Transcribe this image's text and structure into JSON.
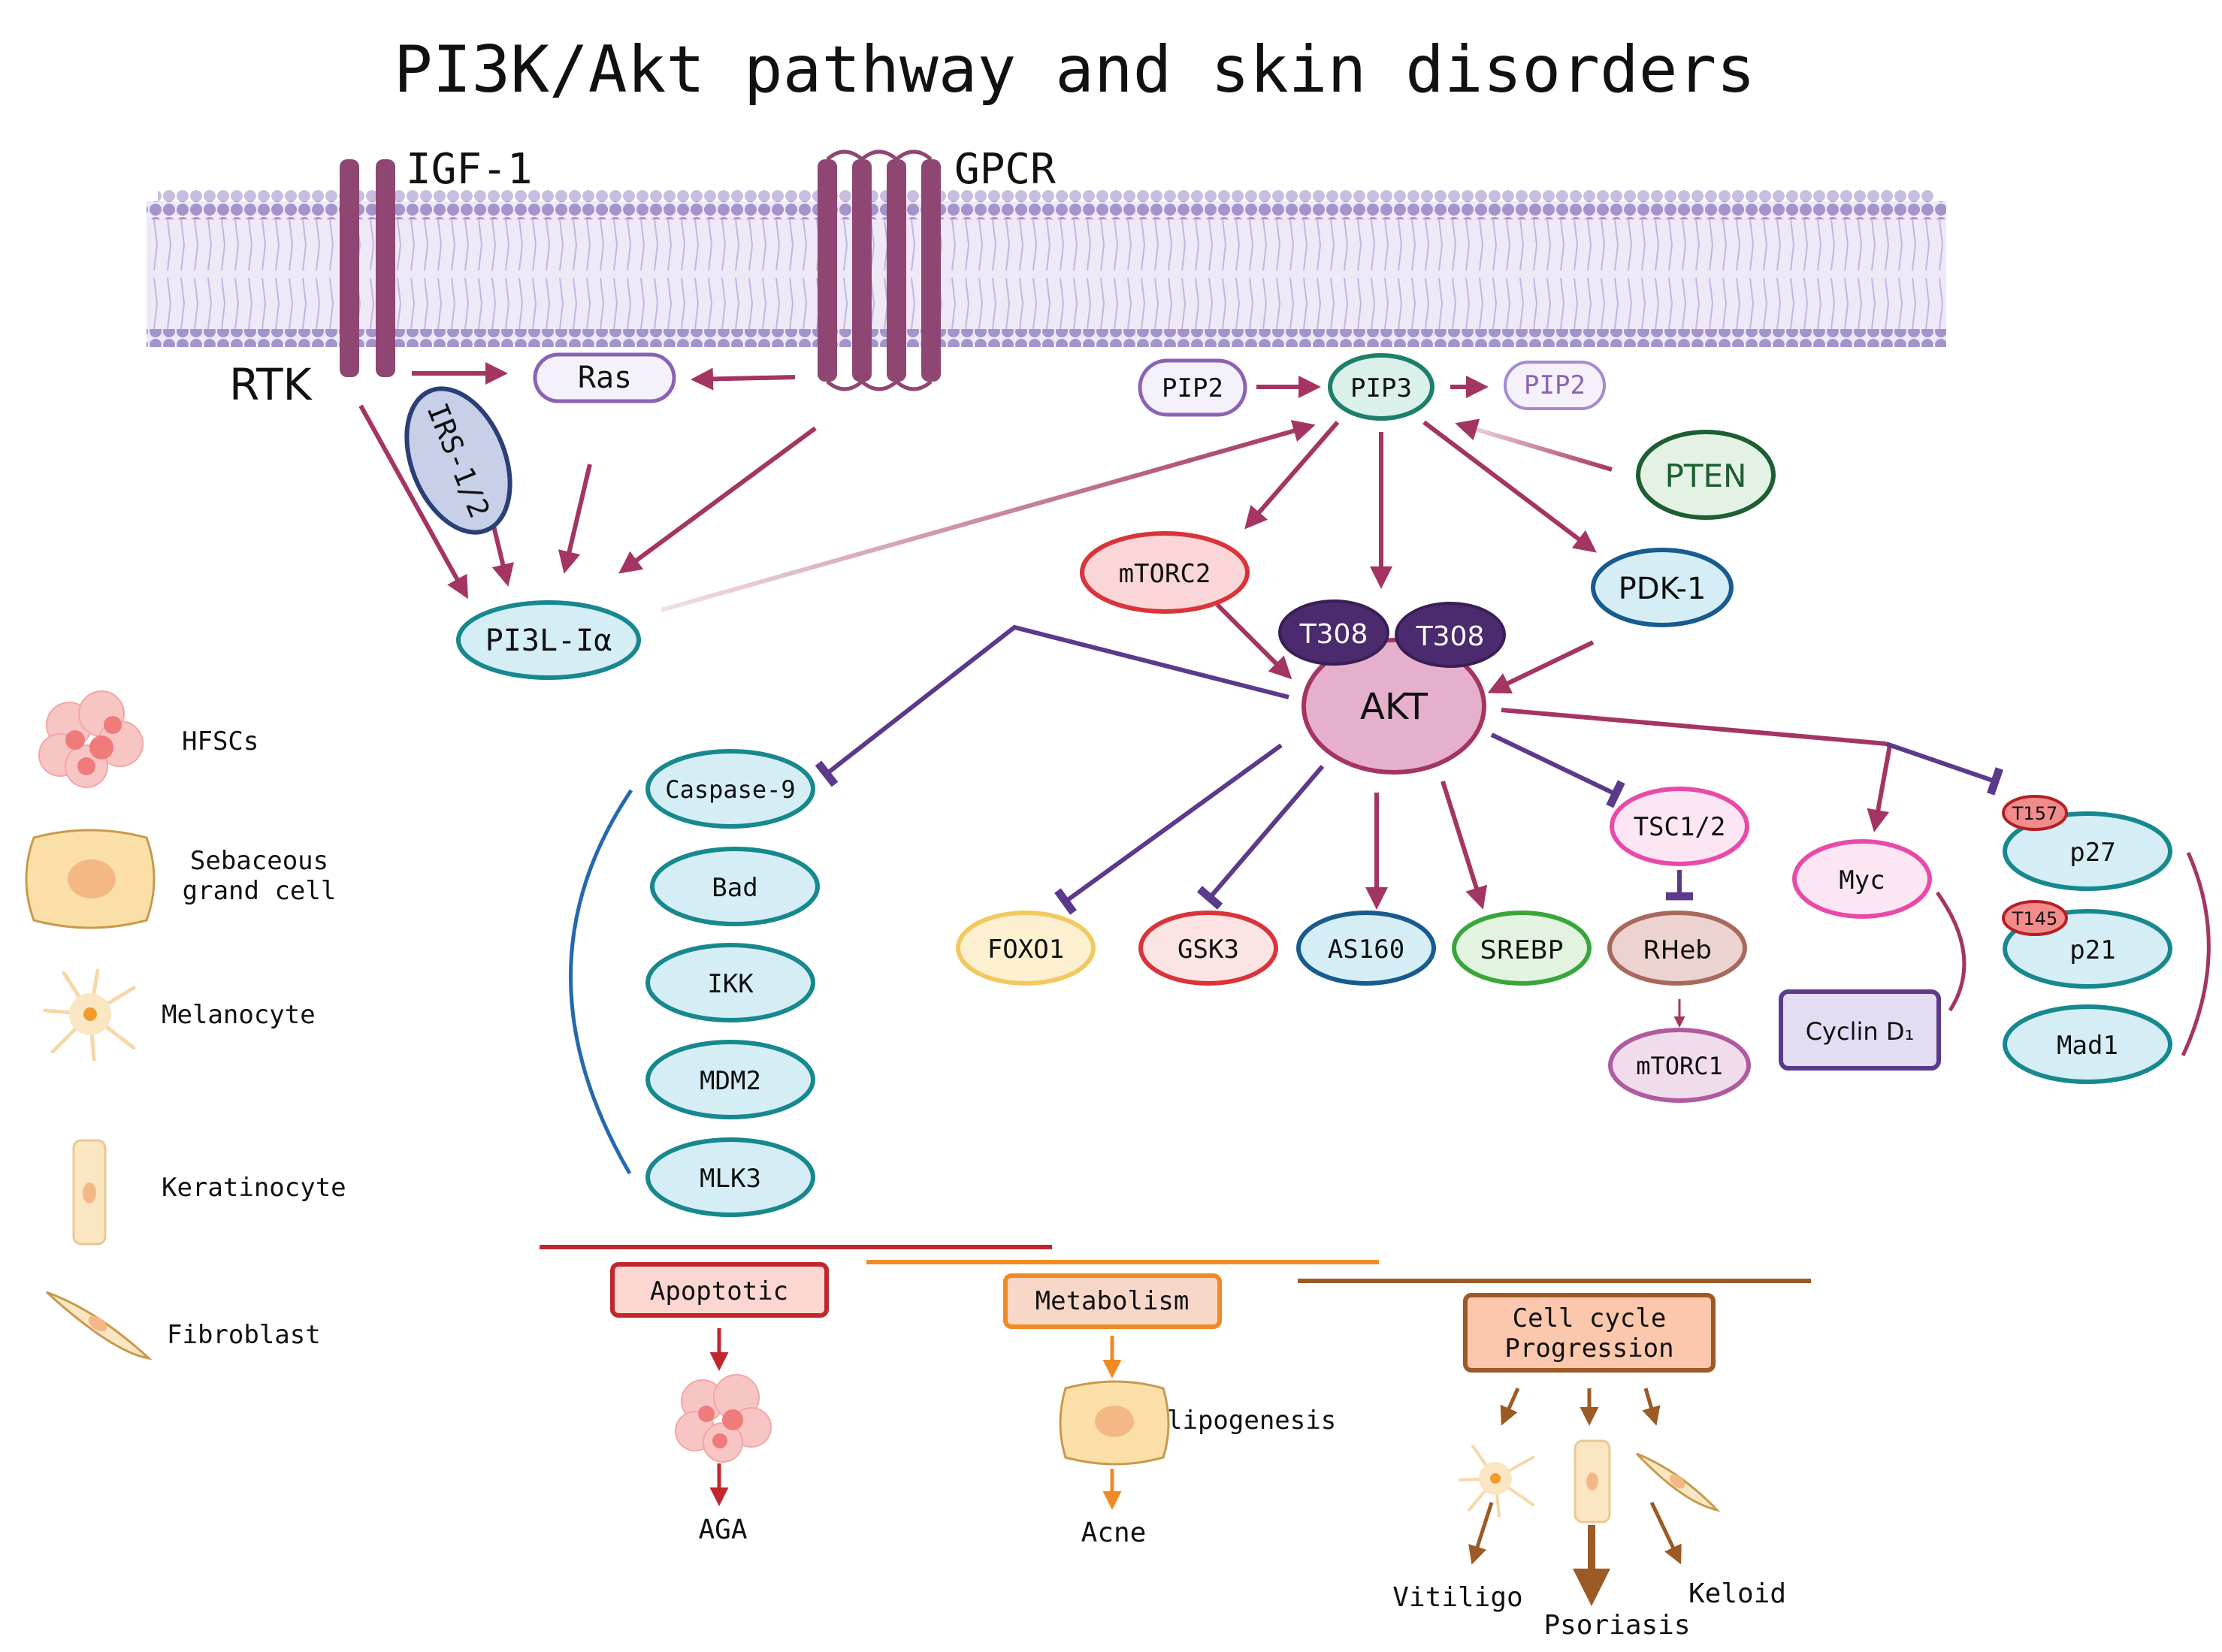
{
  "title": "PI3K/Akt pathway and skin disorders",
  "receptors": {
    "igf1": "IGF-1",
    "gpcr": "GPCR",
    "rtk": "RTK"
  },
  "nodes": {
    "ras": "Ras",
    "irs": "IRS-1/2",
    "pi3k": "PI3L-Iα",
    "pip2_left": "PIP2",
    "pip3": "PIP3",
    "pip2_right": "PIP2",
    "pten": "PTEN",
    "mtorc2": "mTORC2",
    "pdk1": "PDK-1",
    "t308_a": "T308",
    "t308_b": "T308",
    "akt": "AKT",
    "caspase9": "Caspase-9",
    "bad": "Bad",
    "ikk": "IKK",
    "mdm2": "MDM2",
    "mlk3": "MLK3",
    "foxo1": "FOXO1",
    "gsk3": "GSK3",
    "as160": "AS160",
    "srebp": "SREBP",
    "tsc": "TSC1/2",
    "rheb": "RHeb",
    "mtorc1": "mTORC1",
    "myc": "Myc",
    "cyclin": "Cyclin D₁",
    "p27": "p27",
    "p21": "p21",
    "mad1": "Mad1",
    "t157": "T157",
    "t145": "T145"
  },
  "legend": {
    "hfsc": "HFSCs",
    "sebaceous_1": "Sebaceous",
    "sebaceous_2": "grand cell",
    "melanocyte": "Melanocyte",
    "keratinocyte": "Keratinocyte",
    "fibroblast": "Fibroblast"
  },
  "outcomes": {
    "apoptotic": "Apoptotic",
    "metabolism": "Metabolism",
    "cellcycle_1": "Cell cycle",
    "cellcycle_2": "Progression",
    "aga": "AGA",
    "lipogenesis": "lipogenesis",
    "acne": "Acne",
    "vitiligo": "Vitiligo",
    "psoriasis": "Psoriasis",
    "keloid": "Keloid"
  },
  "colors": {
    "activation": "#a43562",
    "inhibition": "#5b3a8c",
    "membrane": "#b3a3d2",
    "receptor": "#8f4673",
    "node_fill": "#d5eef5",
    "node_stroke": "#17888f",
    "apoptotic": "#c0272d",
    "metabolism": "#f08a24",
    "cellcycle": "#9c5a24"
  }
}
